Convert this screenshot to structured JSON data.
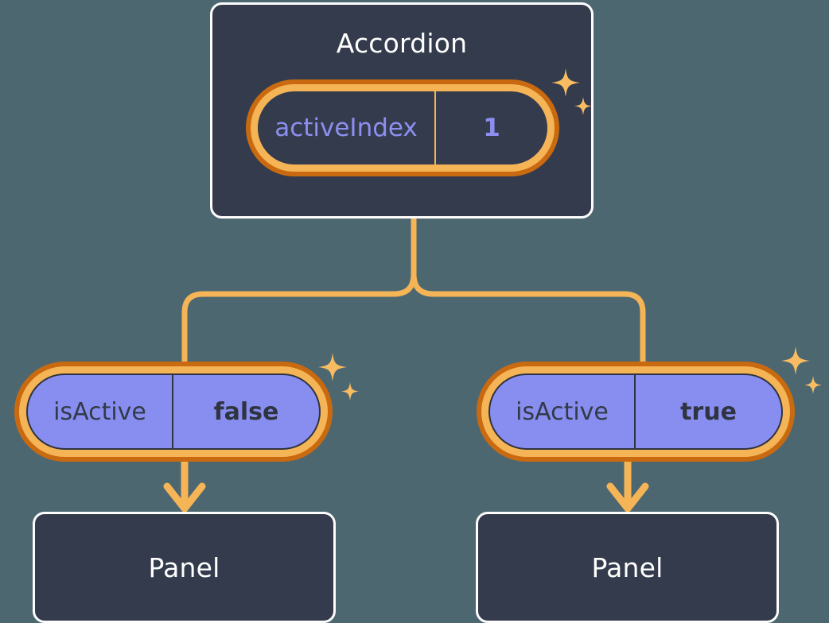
{
  "diagram": {
    "type": "component-tree",
    "background_color": "#4d6771",
    "accent_color": "#f5b455",
    "accent_dark_color": "#c96a10",
    "card_color": "#343b4c",
    "pill_fill_color": "#888ef0",
    "prop_text_color": "#8c8ff0"
  },
  "accordion": {
    "title": "Accordion",
    "state": {
      "key": "activeIndex",
      "value": "1"
    }
  },
  "children": [
    {
      "prop": {
        "key": "isActive",
        "value": "false"
      },
      "panel": {
        "title": "Panel"
      }
    },
    {
      "prop": {
        "key": "isActive",
        "value": "true"
      },
      "panel": {
        "title": "Panel"
      }
    }
  ]
}
